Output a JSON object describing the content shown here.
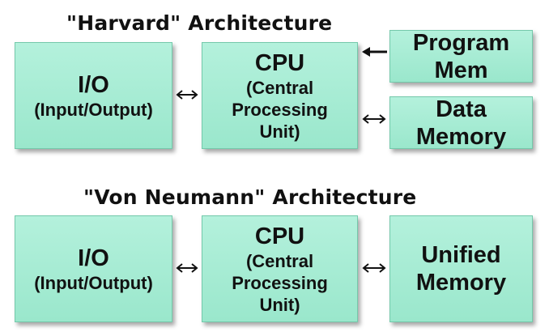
{
  "harvard": {
    "title": "\"Harvard\" Architecture",
    "io": {
      "line1": "I/O",
      "line2": "(Input/Output)"
    },
    "cpu": {
      "line1": "CPU",
      "line2": "(Central",
      "line3": "Processing",
      "line4": "Unit)"
    },
    "program_mem": {
      "line1": "Program",
      "line2": "Mem"
    },
    "data_mem": {
      "line1": "Data",
      "line2": "Memory"
    }
  },
  "von_neumann": {
    "title": "\"Von Neumann\" Architecture",
    "io": {
      "line1": "I/O",
      "line2": "(Input/Output)"
    },
    "cpu": {
      "line1": "CPU",
      "line2": "(Central",
      "line3": "Processing",
      "line4": "Unit)"
    },
    "unified_mem": {
      "line1": "Unified",
      "line2": "Memory"
    }
  },
  "colors": {
    "box_fill": "#a6ecd4",
    "box_border": "#74c9ab",
    "text": "#111111"
  }
}
